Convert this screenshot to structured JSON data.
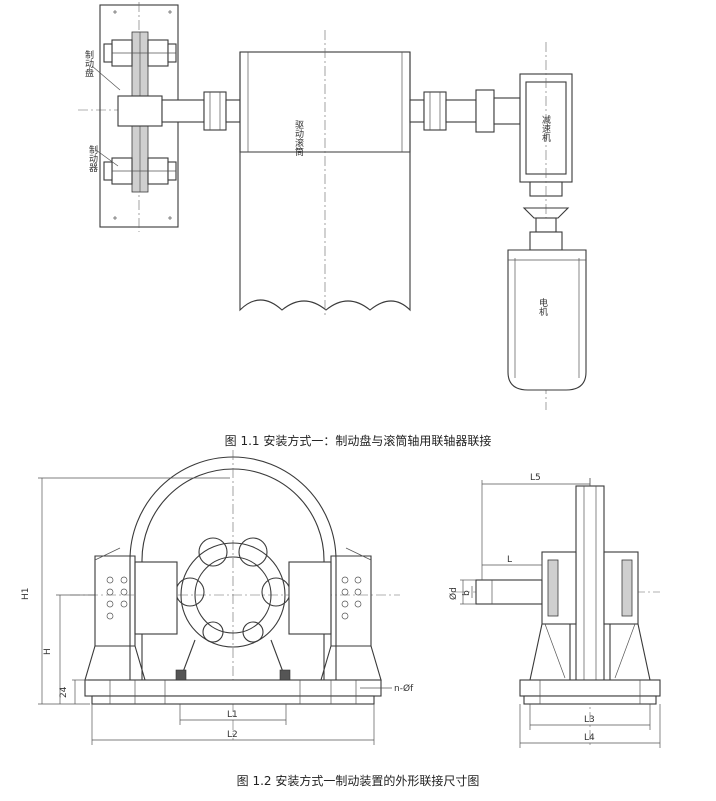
{
  "figure1": {
    "caption": "图 1.1 安装方式一：制动盘与滚筒轴用联轴器联接",
    "labels": {
      "brake_disc": "制动盘",
      "brake": "制动器",
      "drum": "驱动滚筒",
      "reducer": "减速机",
      "motor": "电机"
    }
  },
  "figure2": {
    "caption": "图 1.2 安装方式一制动装置的外形联接尺寸图",
    "dims": {
      "H1": "H1",
      "H": "H",
      "h24": "24",
      "L1": "L1",
      "L2": "L2",
      "hole": "n-Øf",
      "L5": "L5",
      "L": "L",
      "d": "Ød",
      "b": "b",
      "L3": "L3",
      "L4": "L4"
    }
  }
}
